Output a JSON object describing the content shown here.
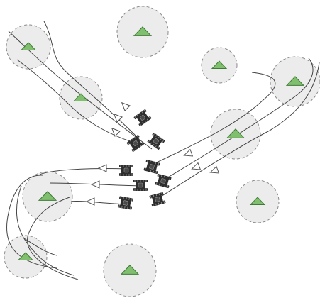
{
  "colors": {
    "background": "#ffffff",
    "zone_fill": "#ececec",
    "zone_stroke": "#8a8a8a",
    "landmark_fill": "#7fbf6e",
    "landmark_stroke": "#3f7a36",
    "path_stroke": "#444444",
    "arrow_fill": "#ffffff",
    "arrow_stroke": "#555555",
    "robot_body": "#2e2e2e",
    "robot_detail": "#9a9a9a"
  },
  "icons": {
    "zone": "dashed-circle-zone",
    "landmark": "green-triangle-landmark",
    "arrow": "open-triangle-direction-arrow",
    "robot": "tracked-robot-icon"
  }
}
